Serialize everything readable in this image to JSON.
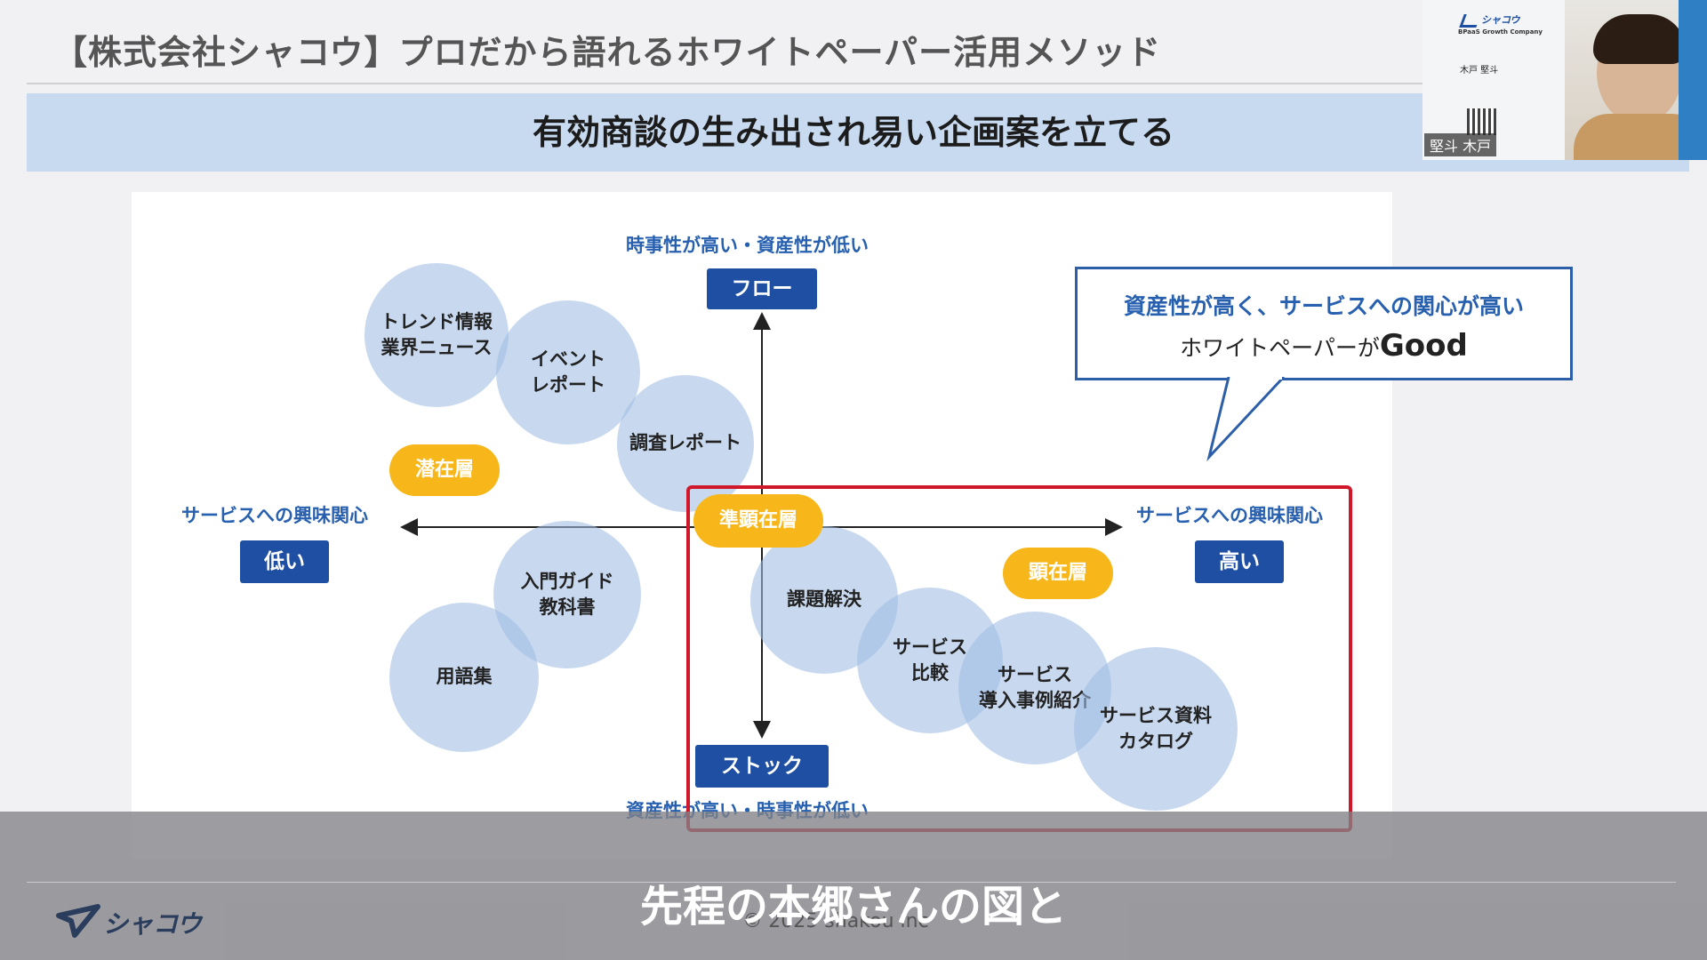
{
  "header": {
    "slide_title": "【株式会社シャコウ】プロだから語れるホワイトペーパー活用メソッド",
    "section_heading": "有効商談の生み出され易い企画案を立てる"
  },
  "diagram": {
    "axis_top_label": "時事性が高い・資産性が低い",
    "axis_top_tag": "フロー",
    "axis_bottom_tag": "ストック",
    "axis_bottom_label": "資産性が高い・時事性が低い",
    "axis_left_label": "サービスへの興味関心",
    "axis_left_tag": "低い",
    "axis_right_label": "サービスへの興味関心",
    "axis_right_tag": "高い",
    "layers": {
      "latent": "潜在層",
      "semi_apparent": "準顕在層",
      "apparent": "顕在層"
    },
    "bubbles": [
      {
        "line1": "トレンド情報",
        "line2": "業界ニュース"
      },
      {
        "line1": "イベント",
        "line2": "レポート"
      },
      {
        "line1": "調査レポート",
        "line2": ""
      },
      {
        "line1": "入門ガイド",
        "line2": "教科書"
      },
      {
        "line1": "用語集",
        "line2": ""
      },
      {
        "line1": "課題解決",
        "line2": ""
      },
      {
        "line1": "サービス",
        "line2": "比較"
      },
      {
        "line1": "サービス",
        "line2": "導入事例紹介"
      },
      {
        "line1": "サービス資料",
        "line2": "カタログ"
      }
    ],
    "callout": {
      "line1": "資産性が高く、サービスへの関心が高い",
      "line2_prefix": "ホワイトペーパーが",
      "line2_emphasis": "Good"
    },
    "colors": {
      "bubble": "#a0bee4",
      "layer_pill": "#f7b71a",
      "axis_tag": "#1f4fa3",
      "axis_label": "#2860b0",
      "highlight": "#d0182a"
    }
  },
  "webcam": {
    "brand": "シャコウ",
    "tagline": "BPaaS Growth Company",
    "name_card": "木戸 堅斗",
    "participant_name": "堅斗 木戸"
  },
  "subtitle": "先程の本郷さんの図と",
  "footer": {
    "copyright": "© 2025 shakou inc",
    "logo_text": "シャコウ"
  }
}
